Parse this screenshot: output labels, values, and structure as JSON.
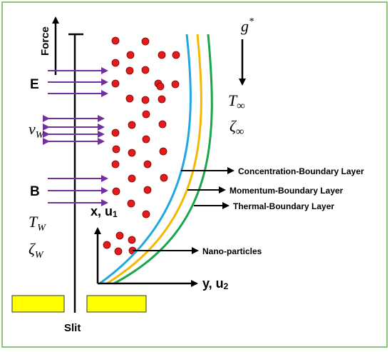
{
  "diagram": {
    "labels": {
      "force": "Force",
      "e_field": "E",
      "suction": "v",
      "suction_sub": "W",
      "b_field": "B",
      "wall_temp": "T",
      "wall_temp_sub": "W",
      "wall_conc": "ζ",
      "wall_conc_sub": "W",
      "gravity": "g",
      "gravity_sup": "*",
      "ambient_temp": "T",
      "ambient_temp_sub": "∞",
      "ambient_conc": "ζ",
      "ambient_conc_sub": "∞",
      "x_axis": "x, u",
      "x_axis_sub": "1",
      "y_axis": "y, u",
      "y_axis_sub": "2",
      "slit": "Slit",
      "concentration_layer": "Concentration-Boundary Layer",
      "momentum_layer": "Momentum-Boundary Layer",
      "thermal_layer": "Thermal-Boundary Layer",
      "nanoparticles": "Nano-particles"
    },
    "colors": {
      "border": "#8bc37a",
      "field_arrows": "#7030a0",
      "particles": "#e31b1b",
      "concentration_curve": "#1fa8e0",
      "momentum_curve": "#f5b800",
      "thermal_curve": "#1aa64a",
      "slit_blocks": "#ffff00"
    }
  }
}
